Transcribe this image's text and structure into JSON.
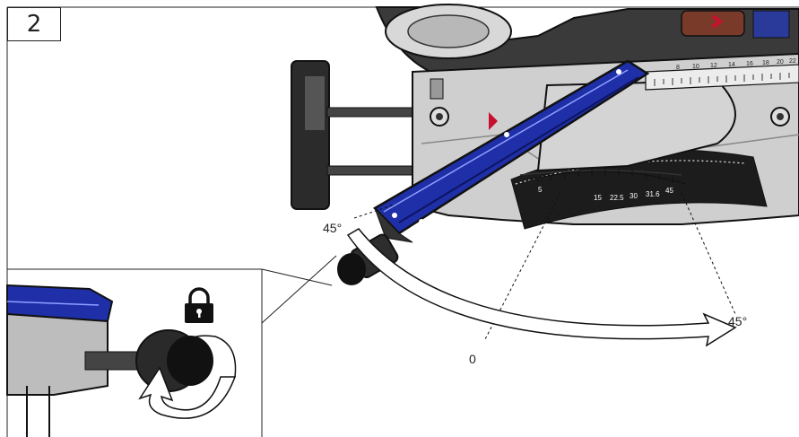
{
  "step": {
    "number": "2"
  },
  "labels": {
    "angle_left": "45°",
    "angle_right": "45°",
    "zero": "0"
  },
  "scale": {
    "miter_ticks": [
      "5",
      "15",
      "22.5",
      "30",
      "31.6",
      "45"
    ],
    "fence_ticks": [
      "8",
      "10",
      "12",
      "14",
      "16",
      "18",
      "20",
      "22"
    ]
  },
  "icons": [
    "lock-icon"
  ],
  "colors": {
    "fence_blue": "#1f2fa8",
    "outline": "#1a1a1a",
    "metal": "#c9c9c9",
    "accent_red": "#c8102e"
  }
}
